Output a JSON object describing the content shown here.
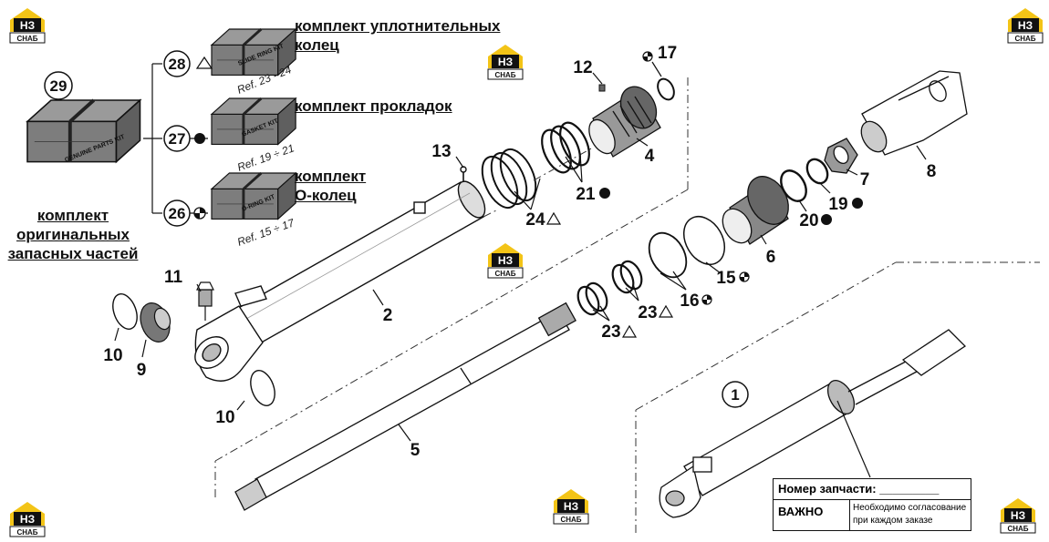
{
  "kits": {
    "k28": {
      "label": "комплект уплотнительных колец",
      "line1": "комплект уплотнительных",
      "line2": "колец",
      "number": "28",
      "box_text": "SLIDE RING KIT",
      "ref": "Ref. 23 - 24"
    },
    "k27": {
      "label": "комплект прокладок",
      "number": "27",
      "box_text": "GASKET KIT",
      "ref": "Ref. 19 ÷ 21"
    },
    "k26": {
      "line1": "комплект",
      "line2": "О-колец",
      "number": "26",
      "box_text": "O-RING KIT",
      "ref": "Ref. 15 ÷ 17"
    },
    "k29": {
      "line1": "комплект",
      "line2": "оригинальных",
      "line3": "запасных частей",
      "number": "29",
      "box_text": "GENUINE PARTS KIT"
    }
  },
  "parts": {
    "p1": "1",
    "p2": "2",
    "p4": "4",
    "p5": "5",
    "p6": "6",
    "p7": "7",
    "p8": "8",
    "p9": "9",
    "p10a": "10",
    "p10b": "10",
    "p11": "11",
    "p12": "12",
    "p13": "13",
    "p15": "15",
    "p16": "16",
    "p17": "17",
    "p19": "19",
    "p20": "20",
    "p21": "21",
    "p23a": "23",
    "p23b": "23",
    "p24": "24"
  },
  "info_box": {
    "part_number_label": "Номер запчасти: _________",
    "important": "ВАЖНО",
    "note": "Необходимо согласование при каждом заказе"
  },
  "logo": {
    "top": "НЗ",
    "bottom": "СНАБ",
    "color": "#f3c417"
  }
}
